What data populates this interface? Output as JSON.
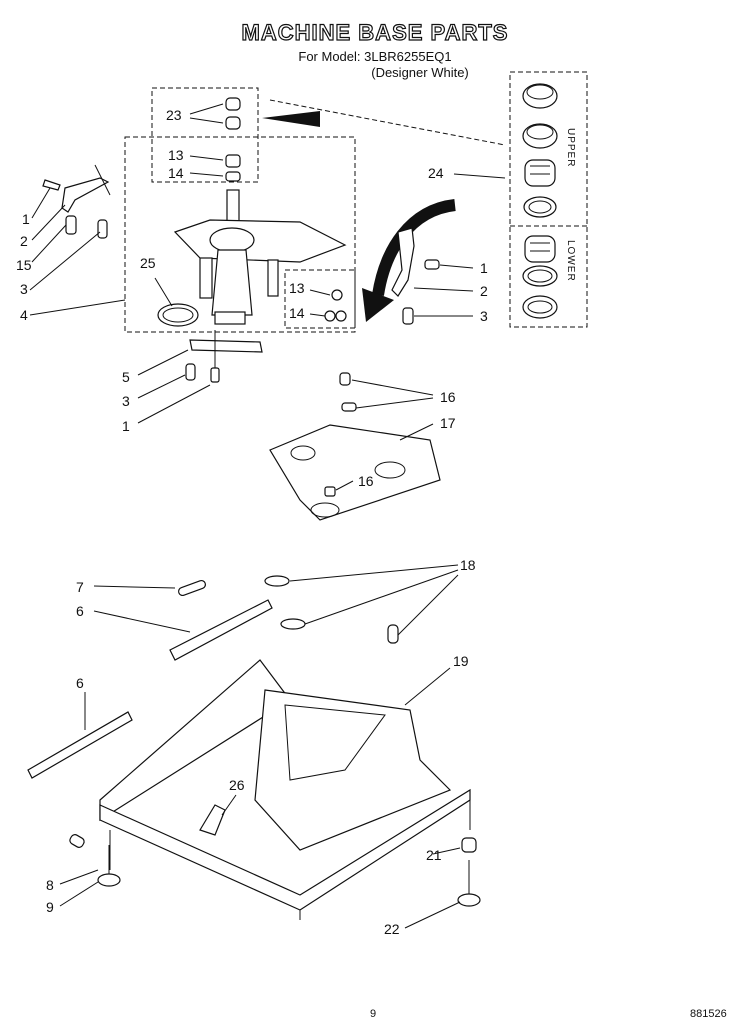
{
  "header": {
    "title": "MACHINE BASE PARTS",
    "model_line": "For Model: 3LBR6255EQ1",
    "color_line": "(Designer White)"
  },
  "callouts": {
    "c23": "23",
    "c13a": "13",
    "c14a": "14",
    "c1a": "1",
    "c2a": "2",
    "c15": "15",
    "c3a": "3",
    "c25": "25",
    "c4": "4",
    "c13b": "13",
    "c14b": "14",
    "c24": "24",
    "c1b": "1",
    "c2b": "2",
    "c3b": "3",
    "c5": "5",
    "c3c": "3",
    "c1c": "1",
    "c16a": "16",
    "c17": "17",
    "c16b": "16",
    "c7": "7",
    "c6a": "6",
    "c18": "18",
    "c19": "19",
    "c6b": "6",
    "c26": "26",
    "c8": "8",
    "c9": "9",
    "c21": "21",
    "c22": "22"
  },
  "kit_labels": {
    "upper": "UPPER",
    "lower": "LOWER"
  },
  "footer": {
    "page": "9",
    "code": "881526"
  }
}
